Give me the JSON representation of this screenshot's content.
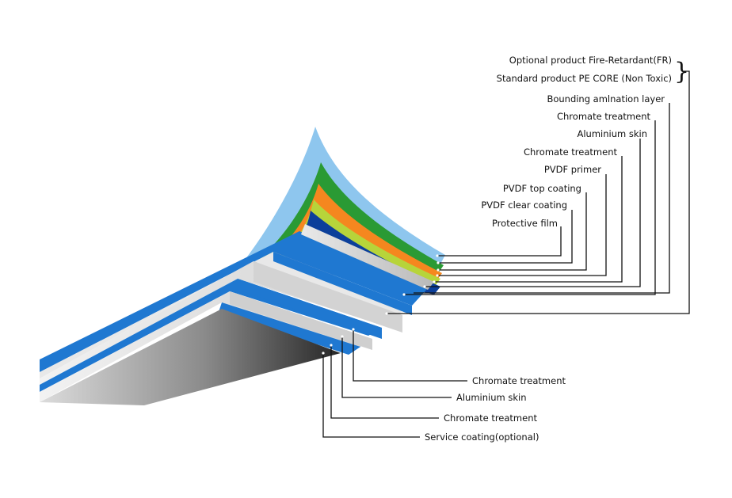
{
  "labels_right": [
    {
      "key": "optional-fr",
      "text": "Optional product Fire-Retardant(FR)"
    },
    {
      "key": "standard-pe",
      "text": "Standard product PE CORE (Non Toxic)"
    },
    {
      "key": "bonding",
      "text": "Bounding amlnation layer"
    },
    {
      "key": "chromate-top-1",
      "text": "Chromate treatment"
    },
    {
      "key": "aluminium-top",
      "text": "Aluminium skin"
    },
    {
      "key": "chromate-top-2",
      "text": "Chromate treatment"
    },
    {
      "key": "pvdf-primer",
      "text": "PVDF primer"
    },
    {
      "key": "pvdf-top",
      "text": "PVDF top coating"
    },
    {
      "key": "pvdf-clear",
      "text": "PVDF clear coating"
    },
    {
      "key": "protective-film",
      "text": "Protective film"
    }
  ],
  "labels_bottom": [
    {
      "key": "chromate-bottom-1",
      "text": "Chromate treatment"
    },
    {
      "key": "aluminium-bottom",
      "text": "Aluminium skin"
    },
    {
      "key": "chromate-bottom-2",
      "text": "Chromate treatment"
    },
    {
      "key": "service-coating",
      "text": "Service coating(optional)"
    }
  ],
  "colors": {
    "film": "#8ec6ee",
    "green": "#2a9a34",
    "orange": "#f5871f",
    "lime": "#b7d43a",
    "navy": "#0c3f9a",
    "blue": "#1f78d1",
    "grey": "#c9c9c9",
    "core_dark": "#2e2e2e",
    "core_light": "#d6d6d6"
  }
}
